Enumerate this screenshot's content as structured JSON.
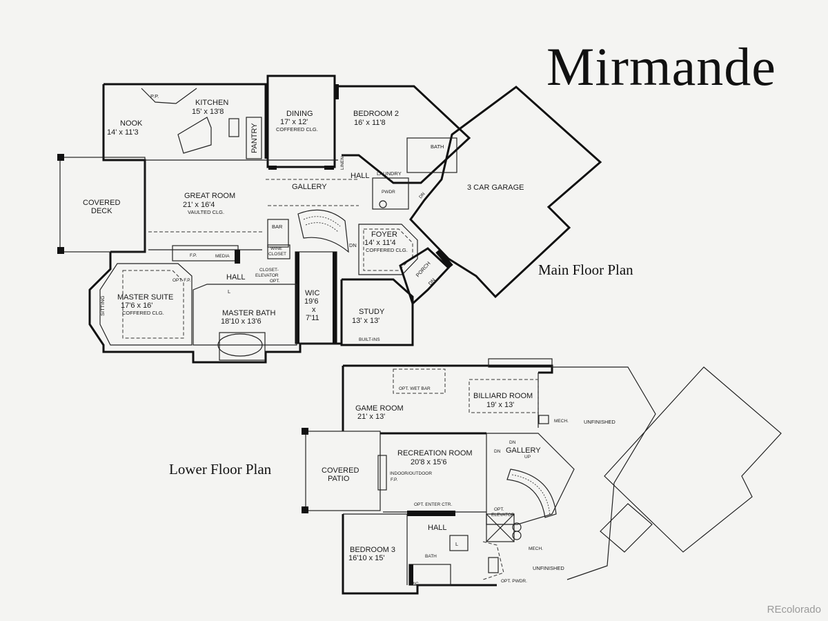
{
  "title": "Mirmande",
  "captions": {
    "main": "Main Floor Plan",
    "lower": "Lower Floor Plan"
  },
  "watermark": "REcolorado",
  "main_floor": {
    "kitchen": {
      "name": "KITCHEN",
      "size": "15' x 13'8"
    },
    "nook": {
      "name": "NOOK",
      "size": "14' x 11'3"
    },
    "dining": {
      "name": "DINING",
      "size": "17' x 12'",
      "note": "COFFERED CLG."
    },
    "bedroom2": {
      "name": "BEDROOM 2",
      "size": "16' x 11'8"
    },
    "bath": "BATH",
    "linen": "LINEN",
    "hall": "HALL",
    "laundry": "LAUNDRY",
    "pwdr": "PWDR",
    "dn": "DN",
    "garage": "3 CAR GARAGE",
    "pantry": "PANTRY",
    "gallery": "GALLERY",
    "covered_deck": {
      "name": "COVERED",
      "name2": "DECK"
    },
    "great_room": {
      "name": "GREAT ROOM",
      "size": "21' x 16'4",
      "note": "VAULTED CLG."
    },
    "bar": "BAR",
    "wine": {
      "l1": "WINE",
      "l2": "CLOSET"
    },
    "foyer": {
      "name": "FOYER",
      "size": "14' x 11'4",
      "note": "COFFERED CLG."
    },
    "porch": "PORCH",
    "ff": "F.P.",
    "media": "MEDIA",
    "opt_fp": "OPT. F.P.",
    "closet_elev": {
      "l1": "CLOSET-",
      "l2": "ELEVATOR",
      "l3": "OPT."
    },
    "master_suite": {
      "name": "MASTER SUITE",
      "size": "17'6 x 16'",
      "note": "COFFERED CLG."
    },
    "sitting": "SITTING",
    "master_bath": {
      "name": "MASTER BATH",
      "size": "18'10 x 13'6"
    },
    "wic": {
      "name": "WIC",
      "l1": "19'6",
      "l2": "x",
      "l3": "7'11"
    },
    "study": {
      "name": "STUDY",
      "size": "13' x 13'"
    },
    "built_ins": "BUILT-INS",
    "l": "L"
  },
  "lower_floor": {
    "wet_bar": "OPT. WET BAR",
    "billiard": {
      "name": "BILLIARD ROOM",
      "size": "19' x 13'"
    },
    "game": {
      "name": "GAME ROOM",
      "size": "21' x 13'"
    },
    "mech": "MECH.",
    "unfinished": "UNFINISHED",
    "recreation": {
      "name": "RECREATION ROOM",
      "size": "20'8 x 15'6"
    },
    "dn": "DN",
    "up": "UP",
    "gallery": "GALLERY",
    "covered_patio": {
      "name": "COVERED",
      "name2": "PATIO"
    },
    "indoor_outdoor": {
      "l1": "INDOOR/OUTDOOR",
      "l2": "F.P."
    },
    "enter_ctr": "OPT. ENTER CTR.",
    "opt_elevator": {
      "l1": "OPT.",
      "l2": "ELEVATOR"
    },
    "hall": "HALL",
    "bedroom3": {
      "name": "BEDROOM 3",
      "size": "16'10 x 15'"
    },
    "bath": "BATH",
    "wic": "WIC",
    "l": "L",
    "opt_pwdr": "OPT. PWDR."
  }
}
